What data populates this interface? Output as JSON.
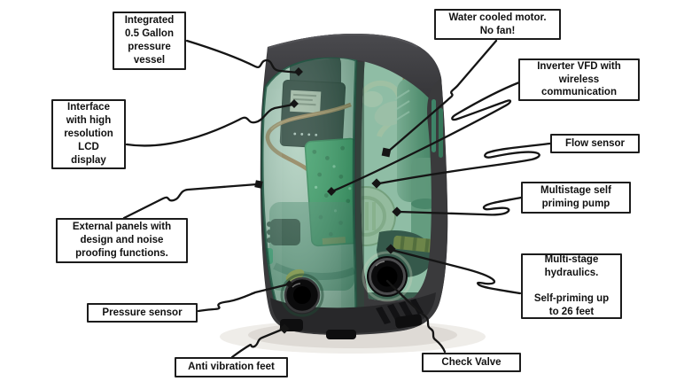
{
  "illustration": {
    "subject": "cutaway view of a water booster pump with transparent green housing"
  },
  "colors": {
    "background": "#ffffff",
    "pump_green": "#2f8a62",
    "pump_dark": "#3a3a3c",
    "leader_line": "#151515",
    "box_border": "#1c1c1c",
    "copper_pipe": "#b06f3e",
    "pcb_green": "#2fa05a"
  },
  "callouts": [
    {
      "id": "pressure-vessel",
      "text": "Integrated\n0.5 Gallon\npressure\nvessel"
    },
    {
      "id": "water-cooled-motor",
      "text": "Water cooled motor.\nNo fan!"
    },
    {
      "id": "inverter-vfd",
      "text": "Inverter VFD with\nwireless\ncommunication"
    },
    {
      "id": "lcd-display",
      "text": "Interface\nwith high\nresolution\nLCD\ndisplay"
    },
    {
      "id": "flow-sensor",
      "text": "Flow sensor"
    },
    {
      "id": "multistage-pump",
      "text": "Multistage self\npriming pump"
    },
    {
      "id": "multistage-hydraulics",
      "text": "Multi-stage\nhydraulics.\n\nSelf-priming up\nto 26 feet"
    },
    {
      "id": "external-panels",
      "text": "External panels with\ndesign and noise\nproofing functions."
    },
    {
      "id": "pressure-sensor",
      "text": "Pressure sensor"
    },
    {
      "id": "anti-vibration-feet",
      "text": "Anti vibration feet"
    },
    {
      "id": "check-valve",
      "text": "Check Valve"
    }
  ]
}
